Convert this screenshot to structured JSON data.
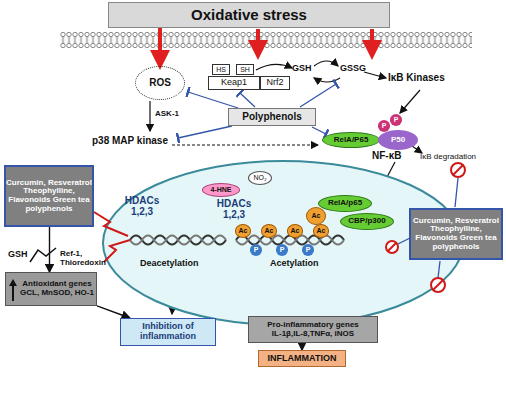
{
  "diagram": {
    "nodes": [
      {
        "text": [
          "Oxidative stress"
        ]
      },
      {
        "text": [
          "ROS"
        ]
      },
      {
        "text": [
          "HS"
        ]
      },
      {
        "text": [
          "SH"
        ]
      },
      {
        "text": [
          "Keap1"
        ]
      },
      {
        "text": [
          "Nrf2"
        ]
      },
      {
        "text": [
          "Polyphenols"
        ]
      },
      {
        "text": [
          "P"
        ]
      },
      {
        "text": [
          "P"
        ]
      },
      {
        "text": [
          "RelA/P65"
        ]
      },
      {
        "text": [
          "P50"
        ]
      },
      {
        "text": [
          "Curcumin, Resveratrol Theophylline, Flavonoids Green tea polyphenols"
        ]
      },
      {
        "text": [
          "4-HNE"
        ]
      },
      {
        "text": [
          "NO₂"
        ]
      },
      {
        "text": [
          "RelA/p65"
        ]
      },
      {
        "text": [
          "Ac"
        ]
      },
      {
        "text": [
          "CBP/p300"
        ]
      },
      {
        "text": [
          "Ac"
        ]
      },
      {
        "text": [
          "Ac"
        ]
      },
      {
        "text": [
          "Ac"
        ]
      },
      {
        "text": [
          "Ac"
        ]
      },
      {
        "text": [
          "P"
        ]
      },
      {
        "text": [
          "P"
        ]
      },
      {
        "text": [
          "P"
        ]
      },
      {
        "text": [
          "Curcumin, Resveratrol Theophylline, Flavonoids Green tea polyphenols"
        ]
      },
      {
        "text": [
          "Antioxidant genes",
          "GCL, MnSOD, HO-1"
        ]
      },
      {
        "text": [
          "Inhibition of inflammation"
        ]
      },
      {
        "text": [
          "Pro-inflammatory genes",
          "IL-1β,IL-8,TNFα, iNOS"
        ]
      },
      {
        "text": [
          "INFLAMMATION"
        ]
      }
    ],
    "edges": [
      {
        "from": 0,
        "to": 1,
        "arrow": "to"
      },
      {
        "from": 11,
        "to": 25,
        "arrow": "to"
      },
      {
        "from": 25,
        "to": 26,
        "arrow": "to"
      },
      {
        "from": 27,
        "to": 28,
        "arrow": "to"
      }
    ],
    "labels": [
      "GSH",
      "GSSG",
      "IκB Kinases",
      "ASK-1",
      "p38 MAP kinase",
      "NF-κB",
      "IκB degradation",
      "HDACs 1,2,3",
      "HDACs 1,2,3",
      "GSH",
      "Ref-1, Thioredoxin",
      "Deacetylation",
      "Acetylation"
    ]
  }
}
